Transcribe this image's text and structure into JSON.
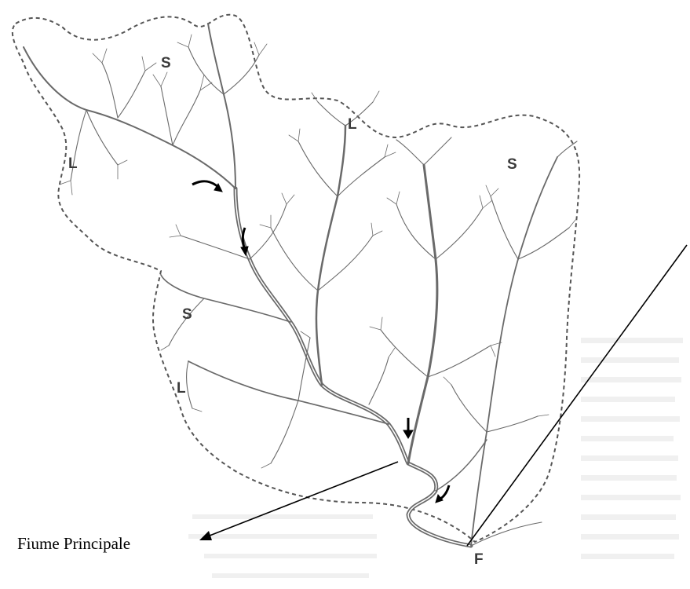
{
  "diagram": {
    "labels": {
      "source_top": "S",
      "source_right": "S",
      "source_mid": "S",
      "divide_left": "L",
      "divide_top": "L",
      "divide_bottom": "L",
      "mouth": "F"
    },
    "caption": "Fiume Principale"
  },
  "colors": {
    "river": "#6a6a6a",
    "divide": "#555555",
    "arrow": "#000000"
  }
}
